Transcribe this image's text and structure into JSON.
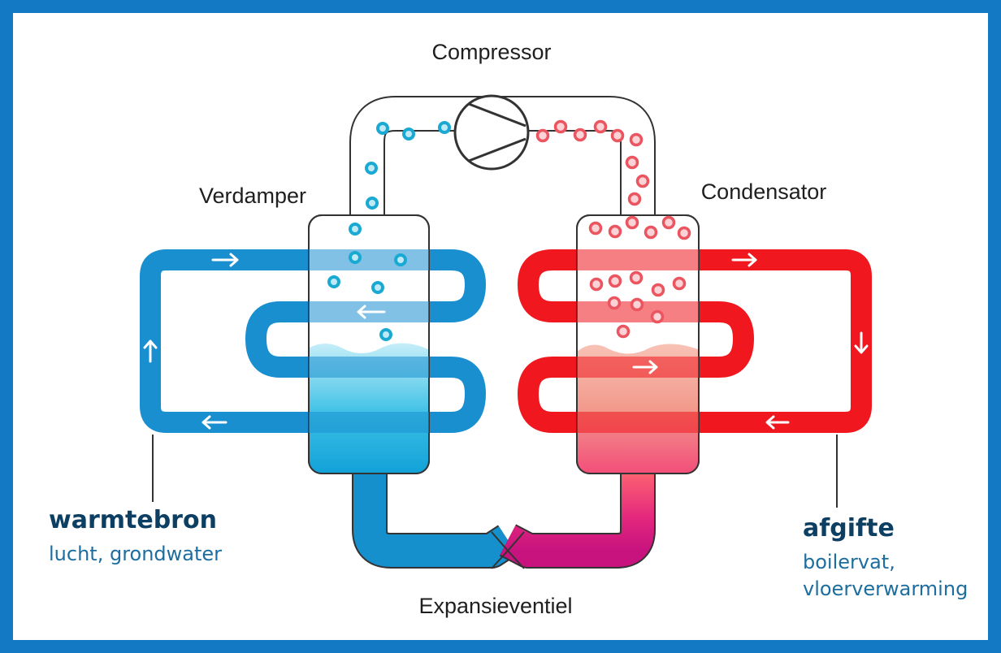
{
  "labels": {
    "compressor": "Compressor",
    "evaporator": "Verdamper",
    "condenser": "Condensator",
    "expansion_valve": "Expansieventiel"
  },
  "heat_source": {
    "title": "warmtebron",
    "subtitle": "lucht, grondwater"
  },
  "heat_output": {
    "title": "afgifte",
    "subtitle_line1": "boilervat,",
    "subtitle_line2": "vloerverwarming"
  },
  "colors": {
    "frame": "#1479c4",
    "cold_loop": "#1a8fd0",
    "hot_loop": "#f0181e",
    "cold_bubble": "#19a9d2",
    "hot_bubble": "#ea5560",
    "title_text": "#0d3f63",
    "subtitle_text": "#1d6ea0"
  }
}
